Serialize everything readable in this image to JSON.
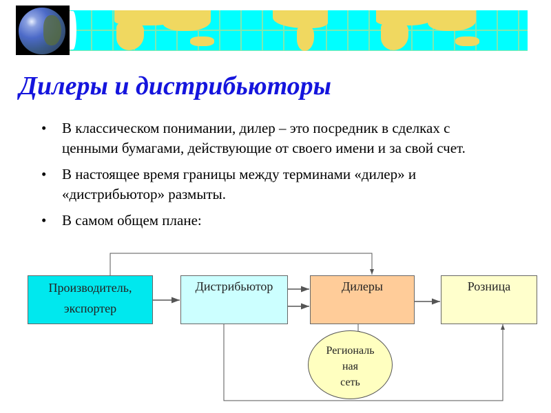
{
  "slide": {
    "title": "Дилеры и дистрибьюторы",
    "bullets": [
      "В классическом понимании, дилер – это посредник в сделках с ценными бумагами, действующие от своего имени и за свой счет.",
      "В настоящее время границы между терминами «дилер» и «дистрибьютор» размыты.",
      "В самом общем плане:"
    ]
  },
  "diagram": {
    "producer": {
      "line1": "Производитель,",
      "line2": "экспортер",
      "color": "#00e8ee"
    },
    "distributor": {
      "label": "Дистрибьютор",
      "color": "#ccffff"
    },
    "dealers": {
      "label": "Дилеры",
      "color": "#ffcc99"
    },
    "retail": {
      "label": "Розница",
      "color": "#ffffcc"
    },
    "regional": {
      "line1": "Региональ",
      "line2": "ная",
      "line3": "сеть",
      "color": "#ffffc0"
    }
  }
}
